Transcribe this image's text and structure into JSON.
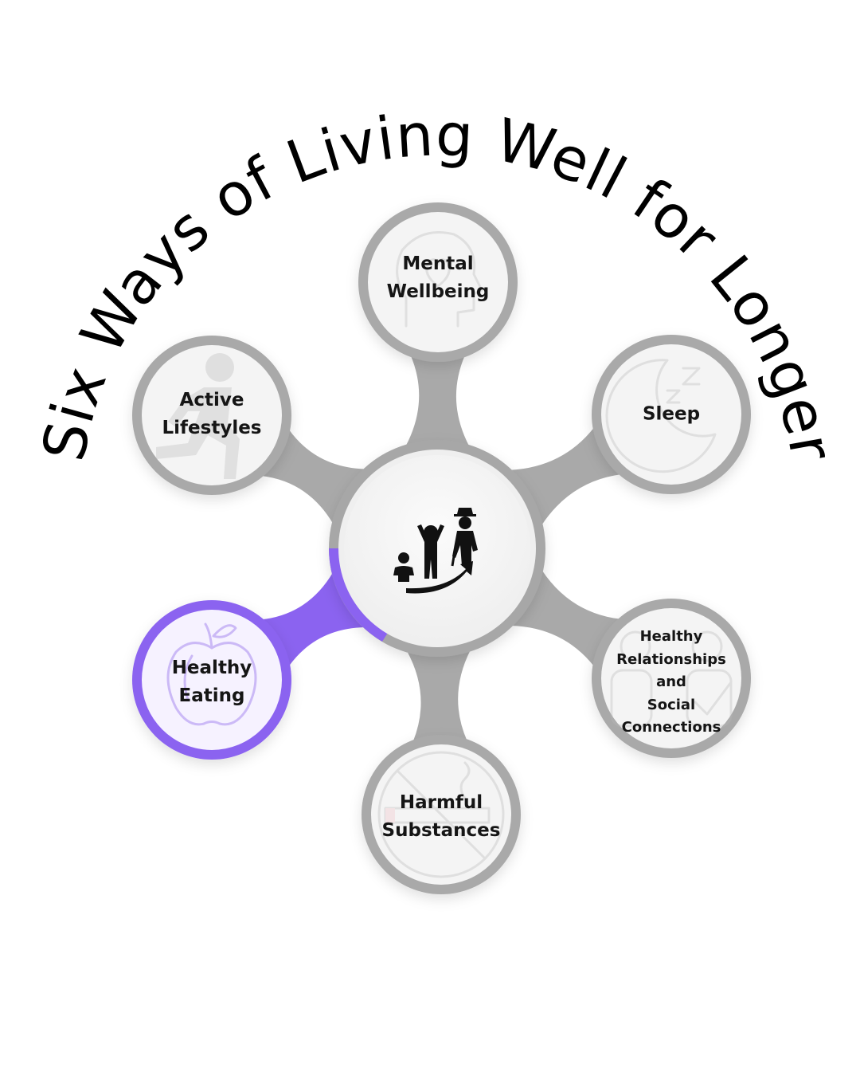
{
  "title": "Six Ways of Living Well for Longer",
  "center": {
    "icon": "ageing-life-stages-icon"
  },
  "nodes": [
    {
      "id": "mental",
      "lines": [
        "Mental",
        "Wellbeing"
      ],
      "icon": "head-heart-icon",
      "active": false
    },
    {
      "id": "sleep",
      "lines": [
        "Sleep"
      ],
      "icon": "moon-zzz-icon",
      "active": false
    },
    {
      "id": "relationships",
      "lines": [
        "Healthy",
        "Relationships",
        "and",
        "Social",
        "Connections"
      ],
      "icon": "people-heart-icon",
      "active": false
    },
    {
      "id": "substances",
      "lines": [
        "Harmful",
        "Substances"
      ],
      "icon": "no-smoking-icon",
      "active": false
    },
    {
      "id": "eating",
      "lines": [
        "Healthy",
        "Eating"
      ],
      "icon": "apple-icon",
      "active": true
    },
    {
      "id": "active",
      "lines": [
        "Active",
        "Lifestyles"
      ],
      "icon": "running-person-icon",
      "active": false
    }
  ],
  "colors": {
    "ring": "#a9a9a9",
    "ring_light": "#cfcfcf",
    "accent": "#8b63f0",
    "text": "#151515",
    "title": "#000000"
  }
}
